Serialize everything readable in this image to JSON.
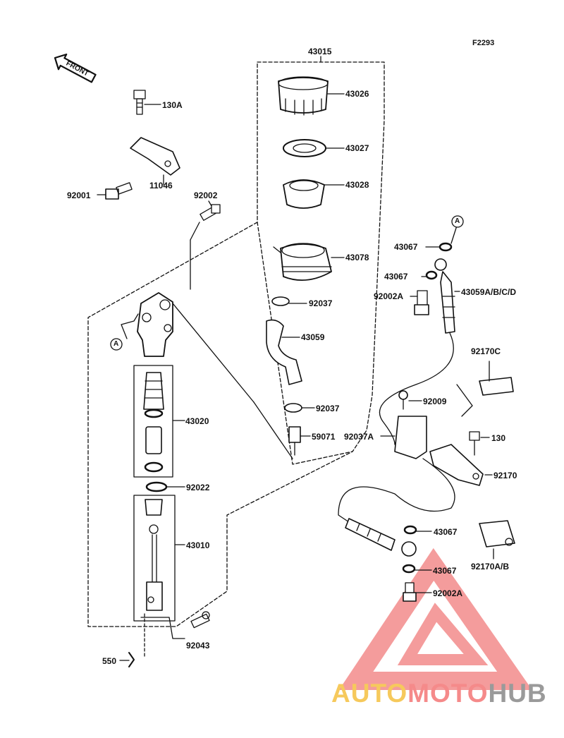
{
  "diagram": {
    "code": "F2293",
    "front_label": "FRONT",
    "labels": {
      "43015": "43015",
      "43026": "43026",
      "43027": "43027",
      "43028": "43028",
      "43078": "43078",
      "92037a": "92037",
      "43059": "43059",
      "92037b": "92037",
      "59071": "59071",
      "130A": "130A",
      "11046": "11046",
      "92001": "92001",
      "92002": "92002",
      "43020": "43020",
      "92022": "92022",
      "43010": "43010",
      "92043": "92043",
      "550": "550",
      "43067a": "43067",
      "43067b": "43067",
      "92002A_top": "92002A",
      "43059ABCD": "43059A/B/C/D",
      "92170C": "92170C",
      "92009": "92009",
      "92037A": "92037A",
      "130": "130",
      "92170": "92170",
      "43067c": "43067",
      "92170AB": "92170A/B",
      "43067d": "43067",
      "92002A_bot": "92002A",
      "A1": "A",
      "A2": "A"
    }
  },
  "watermark": {
    "part1": "AUTO",
    "part2": "MOTO",
    "part3": "HUB",
    "colors": {
      "auto": "#f6c95c",
      "moto": "#f58a8a",
      "hub": "#9a9a9a",
      "triangle": "#f17b7b"
    }
  }
}
